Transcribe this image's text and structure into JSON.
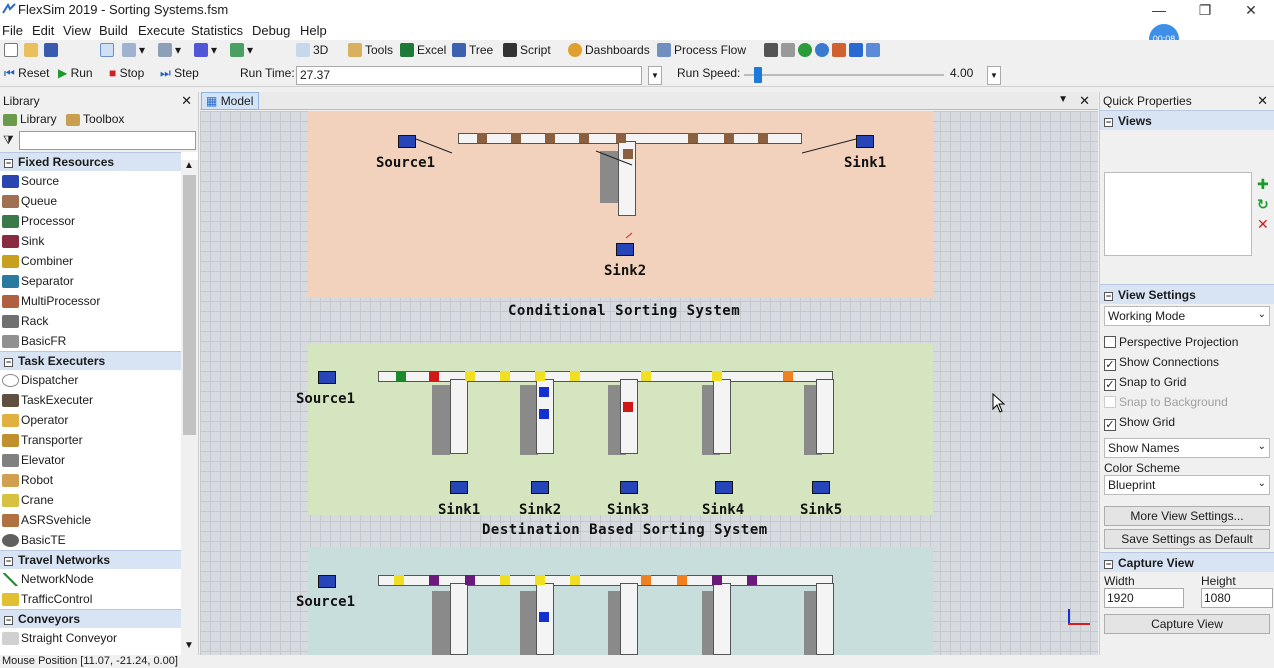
{
  "window": {
    "title": "FlexSim 2019 - Sorting Systems.fsm",
    "timer": "00:08"
  },
  "menu": [
    "File",
    "Edit",
    "View",
    "Build",
    "Execute",
    "Statistics",
    "Debug",
    "Help"
  ],
  "toolbar": {
    "btn_3d": "3D",
    "tools": "Tools",
    "excel": "Excel",
    "tree": "Tree",
    "script": "Script",
    "dashboards": "Dashboards",
    "process_flow": "Process Flow"
  },
  "runbar": {
    "reset": "Reset",
    "run": "Run",
    "stop": "Stop",
    "step": "Step",
    "run_time_label": "Run Time:",
    "run_time_value": "27.37",
    "run_speed_label": "Run Speed:",
    "run_speed_value": "4.00",
    "run_speed_fraction": 0.07
  },
  "library": {
    "title": "Library",
    "tabs": [
      "Library",
      "Toolbox"
    ],
    "filter_placeholder": "",
    "sections": [
      {
        "name": "Fixed Resources",
        "items": [
          "Source",
          "Queue",
          "Processor",
          "Sink",
          "Combiner",
          "Separator",
          "MultiProcessor",
          "Rack",
          "BasicFR"
        ]
      },
      {
        "name": "Task Executers",
        "items": [
          "Dispatcher",
          "TaskExecuter",
          "Operator",
          "Transporter",
          "Elevator",
          "Robot",
          "Crane",
          "ASRSvehicle",
          "BasicTE"
        ]
      },
      {
        "name": "Travel Networks",
        "items": [
          "NetworkNode",
          "TrafficControl"
        ]
      },
      {
        "name": "Conveyors",
        "items": [
          "Straight Conveyor"
        ]
      }
    ]
  },
  "model": {
    "tab": "Model",
    "systems": [
      {
        "label": "Conditional Sorting System",
        "source": "Source1",
        "sinks": [
          "Sink1",
          "Sink2"
        ]
      },
      {
        "label": "Destination Based Sorting System",
        "source": "Source1",
        "sinks": [
          "Sink1",
          "Sink2",
          "Sink3",
          "Sink4",
          "Sink5"
        ]
      },
      {
        "label": "",
        "source": "Source1",
        "sinks": []
      }
    ]
  },
  "quick_properties": {
    "title": "Quick Properties",
    "views": "Views",
    "view_settings": "View Settings",
    "working_mode": "Working Mode",
    "checks": [
      {
        "label": "Perspective Projection",
        "checked": false,
        "disabled": false
      },
      {
        "label": "Show Connections",
        "checked": true,
        "disabled": false
      },
      {
        "label": "Snap to Grid",
        "checked": true,
        "disabled": false
      },
      {
        "label": "Snap to Background",
        "checked": false,
        "disabled": true
      },
      {
        "label": "Show Grid",
        "checked": true,
        "disabled": false
      }
    ],
    "show_names": "Show Names",
    "color_scheme_label": "Color Scheme",
    "color_scheme": "Blueprint",
    "more_view_settings": "More View Settings...",
    "save_default": "Save Settings as Default",
    "capture_view": "Capture View",
    "width_label": "Width",
    "height_label": "Height",
    "width_value": "1920",
    "height_value": "1080",
    "capture_button": "Capture View"
  },
  "status": {
    "mouse_position": "Mouse Position [11.07, -21.24, 0.00]"
  },
  "colors": {
    "floor1": "#f2d2bc",
    "floor2": "#d4e5c0",
    "floor3": "#c8dedd",
    "accent": "#1e7ad8",
    "section_bg": "#d8e4f4"
  }
}
